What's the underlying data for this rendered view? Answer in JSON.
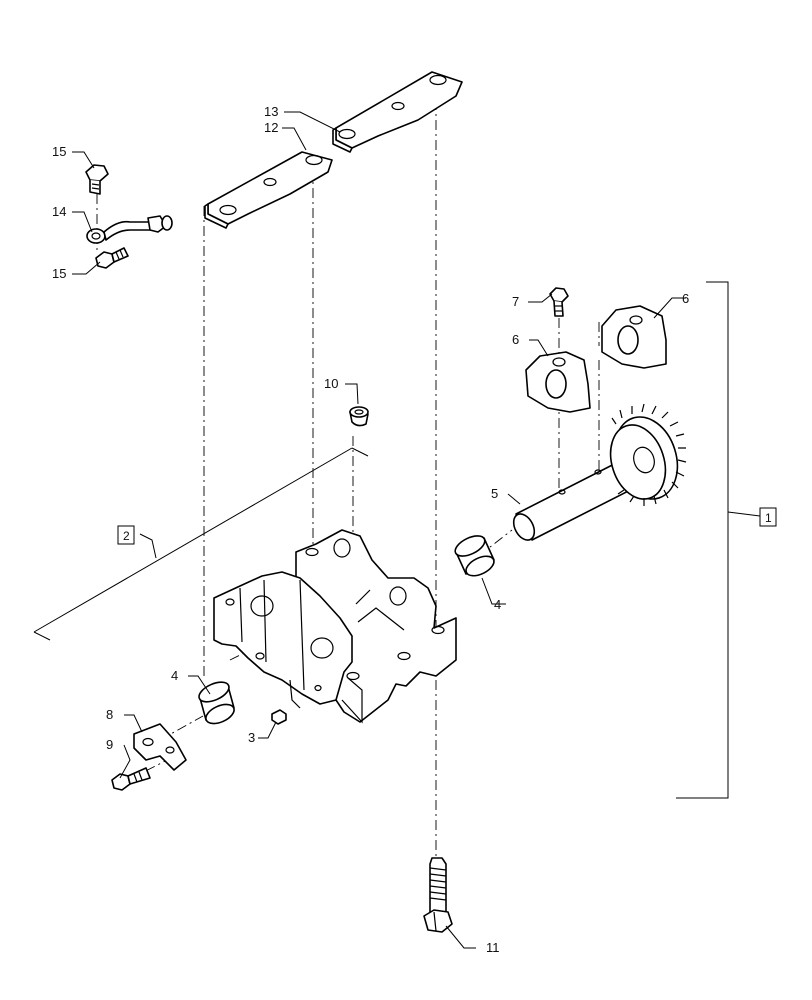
{
  "callouts": {
    "c1": "1",
    "c2": "2",
    "c3": "3",
    "c4a": "4",
    "c4b": "4",
    "c5": "5",
    "c6a": "6",
    "c6b": "6",
    "c7": "7",
    "c8": "8",
    "c9": "9",
    "c10": "10",
    "c11": "11",
    "c12": "12",
    "c13": "13",
    "c14": "14",
    "c15a": "15",
    "c15b": "15"
  }
}
